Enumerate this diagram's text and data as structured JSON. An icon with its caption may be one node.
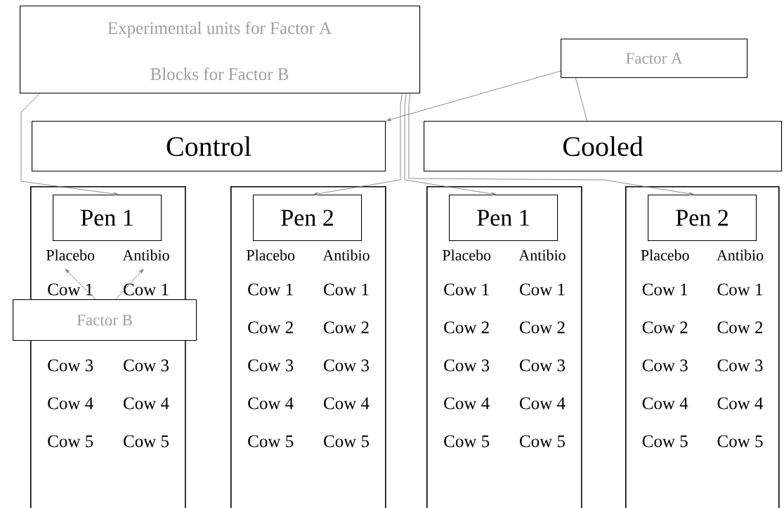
{
  "diagram": {
    "nodes": [
      {
        "text": [
          "Experimental units for Factor A",
          "Blocks for Factor B"
        ]
      },
      {
        "text": [
          "Factor A"
        ]
      },
      {
        "text": [
          "Control"
        ]
      },
      {
        "text": [
          "Cooled"
        ]
      },
      {
        "text": [
          "Placebo",
          "Antibio",
          "Cow 1",
          "Cow 1",
          "Cow 3",
          "Cow 3",
          "Cow 4",
          "Cow 4",
          "Cow 5",
          "Cow 5"
        ]
      },
      {
        "text": [
          "Pen 1"
        ],
        "in": 4
      },
      {
        "text": [
          "Placebo",
          "Antibio",
          "Cow 1",
          "Cow 1",
          "Cow 2",
          "Cow 2",
          "Cow 3",
          "Cow 3",
          "Cow 4",
          "Cow 4",
          "Cow 5",
          "Cow 5"
        ]
      },
      {
        "text": [
          "Pen 2"
        ],
        "in": 6
      },
      {
        "text": [
          "Placebo",
          "Antibio",
          "Cow 1",
          "Cow 1",
          "Cow 2",
          "Cow 2",
          "Cow 3",
          "Cow 3",
          "Cow 4",
          "Cow 4",
          "Cow 5",
          "Cow 5"
        ]
      },
      {
        "text": [
          "Pen 1"
        ],
        "in": 8
      },
      {
        "text": [
          "Placebo",
          "Antibio",
          "Cow 1",
          "Cow 1",
          "Cow 2",
          "Cow 2",
          "Cow 3",
          "Cow 3",
          "Cow 4",
          "Cow 4",
          "Cow 5",
          "Cow 5"
        ]
      },
      {
        "text": [
          "Pen 2"
        ],
        "in": 10
      },
      {
        "text": [
          "Factor B"
        ]
      }
    ],
    "edges": [
      {
        "from": 1,
        "to": 2,
        "arrow": "to"
      },
      {
        "from": 1,
        "to": 3,
        "arrow": "none"
      },
      {
        "from": 0,
        "to": 5,
        "arrow": "to"
      },
      {
        "from": 0,
        "to": 7,
        "arrow": "to"
      },
      {
        "from": 0,
        "to": 9,
        "arrow": "to"
      },
      {
        "from": 0,
        "to": 11,
        "arrow": "to"
      },
      {
        "from": 12,
        "to": null,
        "arrow": "to"
      },
      {
        "from": 12,
        "to": null,
        "arrow": "to"
      }
    ]
  }
}
